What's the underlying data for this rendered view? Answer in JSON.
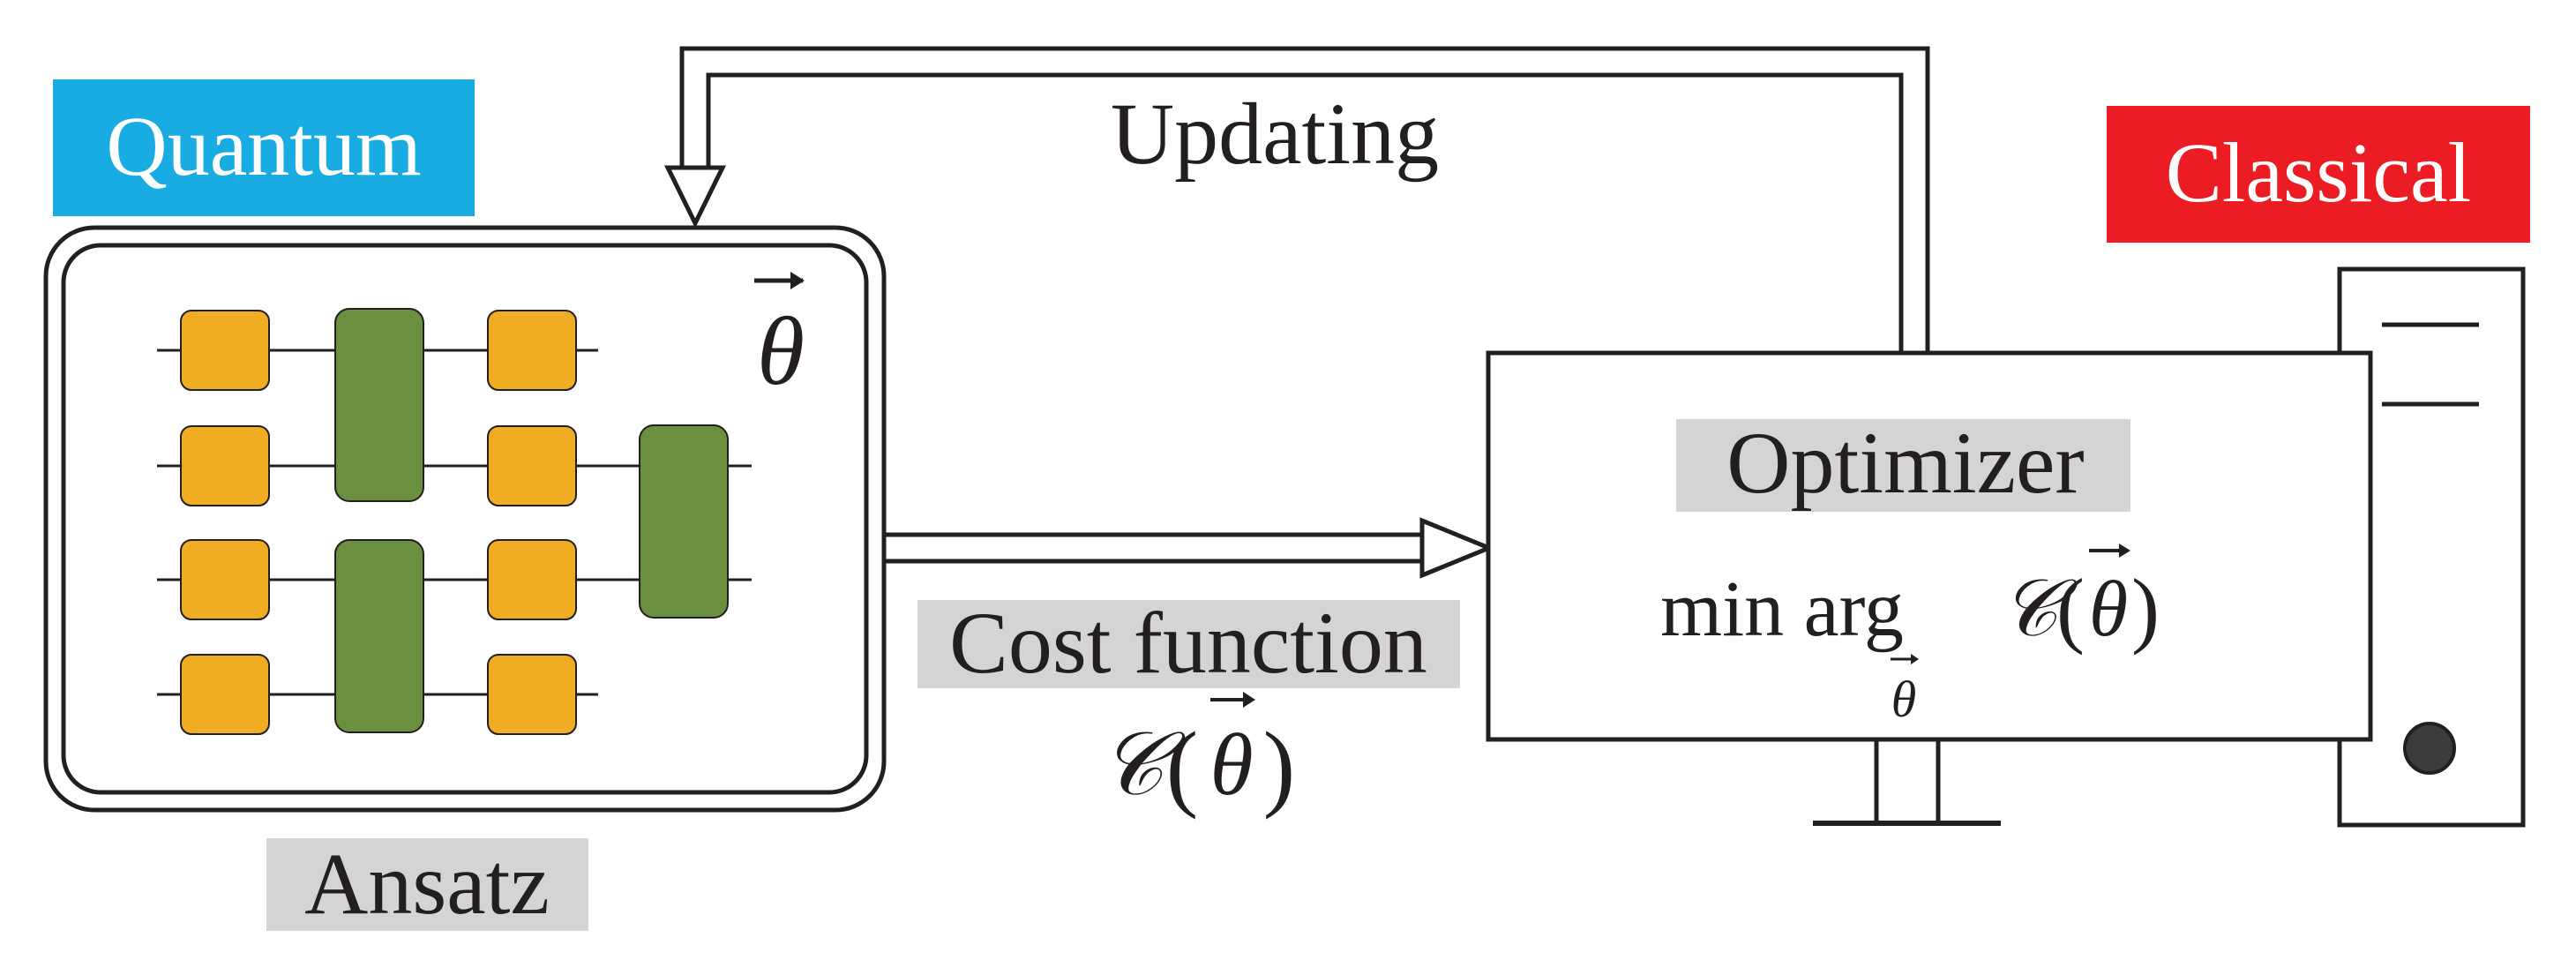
{
  "labels": {
    "quantum": "Quantum",
    "classical": "Classical",
    "updating": "Updating",
    "ansatz": "Ansatz",
    "optimizer": "Optimizer",
    "cost_function": "Cost function",
    "cost_symbol": "𝒞",
    "theta": "θ",
    "min_arg": "min arg",
    "open_paren": "(",
    "close_paren": ")"
  },
  "colors": {
    "quantum_bg": "#18ace2",
    "classical_bg": "#ec1c24",
    "label_bg": "#d4d4d4",
    "single_gate": "#f0ac22",
    "two_qubit_gate": "#6a8f3e",
    "line": "#231f20",
    "white": "#ffffff"
  },
  "icons": {
    "ansatz_box": "rounded-double-border-icon",
    "computer_tower": "computer-tower-icon",
    "monitor": "monitor-icon",
    "power_button": "power-button-icon",
    "arrow": "double-line-arrow-icon"
  }
}
